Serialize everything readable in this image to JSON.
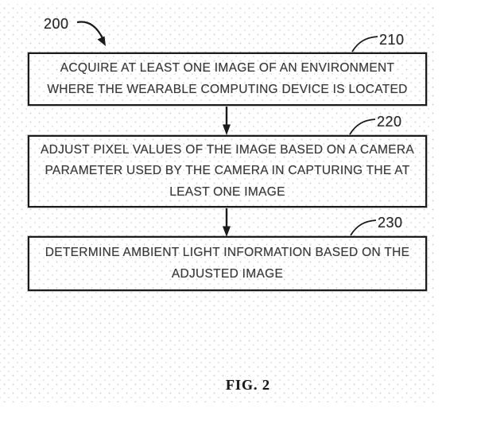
{
  "figure": {
    "diagram_ref": "200",
    "caption": "FIG. 2",
    "steps": [
      {
        "ref": "210",
        "text": "ACQUIRE AT LEAST ONE IMAGE OF AN ENVIRONMENT WHERE THE WEARABLE COMPUTING DEVICE IS LOCATED"
      },
      {
        "ref": "220",
        "text": "ADJUST PIXEL VALUES OF THE IMAGE BASED ON A CAMERA PARAMETER USED BY THE CAMERA IN CAPTURING THE AT LEAST ONE IMAGE"
      },
      {
        "ref": "230",
        "text": "DETERMINE AMBIENT LIGHT INFORMATION BASED ON THE ADJUSTED IMAGE"
      }
    ],
    "colors": {
      "ink": "#1b1b1b",
      "text": "#3a3a3a",
      "background": "#ffffff",
      "halftone_dot": "#d8d8d8"
    }
  }
}
